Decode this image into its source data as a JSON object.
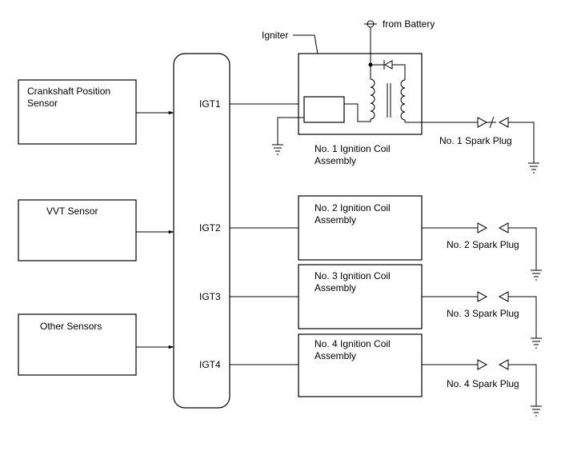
{
  "sensors": [
    {
      "lines": [
        "Crankshaft Position",
        "Sensor"
      ]
    },
    {
      "lines": [
        "VVT Sensor"
      ]
    },
    {
      "lines": [
        "Other Sensors"
      ]
    }
  ],
  "ecu": {
    "outputs": [
      "IGT1",
      "IGT2",
      "IGT3",
      "IGT4"
    ]
  },
  "igniter_label": "Igniter",
  "battery_label": "from Battery",
  "coil1": {
    "lines": [
      "No. 1 Ignition Coil",
      "Assembly"
    ]
  },
  "coils": [
    {
      "lines": [
        "No. 2 Ignition Coil",
        "Assembly"
      ]
    },
    {
      "lines": [
        "No. 3 Ignition Coil",
        "Assembly"
      ]
    },
    {
      "lines": [
        "No. 4 Ignition Coil",
        "Assembly"
      ]
    }
  ],
  "spark_plugs": [
    "No. 1 Spark Plug",
    "No. 2 Spark Plug",
    "No. 3 Spark Plug",
    "No. 4 Spark Plug"
  ]
}
